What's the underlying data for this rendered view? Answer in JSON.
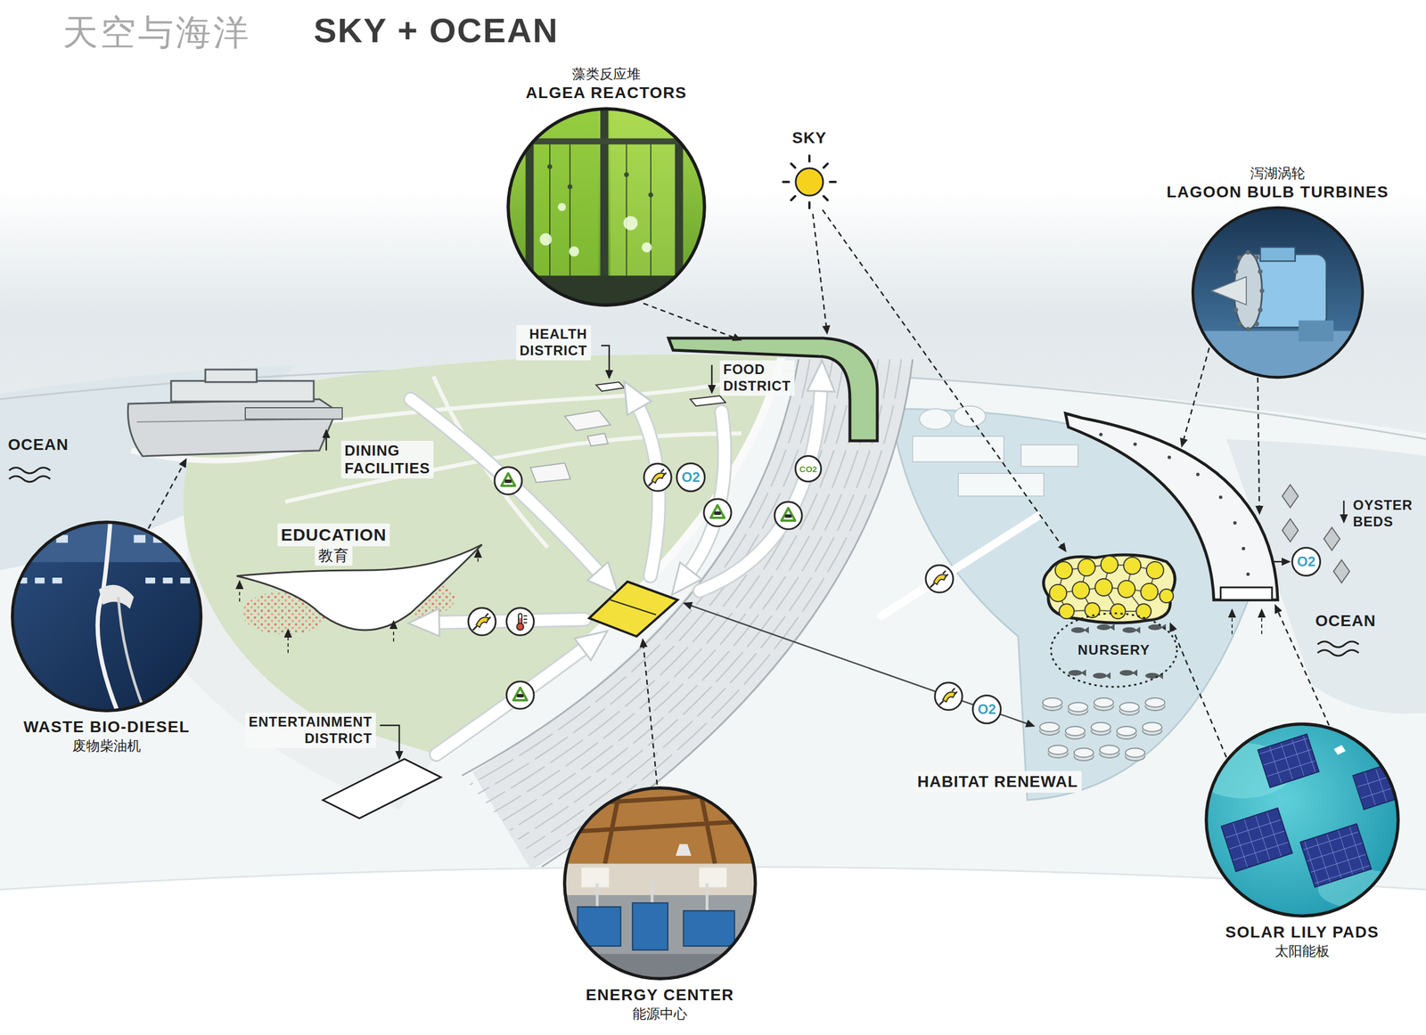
{
  "diagram": {
    "title": "天空与海洋",
    "nodes": [
      {
        "text": [
          "藻类反应堆",
          "ALGEA REACTORS"
        ]
      },
      {
        "text": [
          "泻湖涡轮",
          "LAGOON BULB TURBINES"
        ]
      },
      {
        "text": [
          "O2"
        ]
      },
      {
        "text": [
          "CO2"
        ]
      },
      {
        "text": [
          "WASTE BIO-DIESEL",
          "废物柴油机"
        ]
      },
      {
        "text": [
          "O2"
        ]
      },
      {
        "text": [
          "NURSERY"
        ]
      },
      {
        "text": [
          "O2"
        ]
      },
      {
        "text": [
          "ENERGY CENTER",
          "能源中心"
        ]
      },
      {
        "text": [
          "SOLAR LILY PADS",
          "太阳能板"
        ]
      }
    ],
    "labels": [
      "SKY + OCEAN",
      "SKY",
      "HEALTH DISTRICT",
      "FOOD DISTRICT",
      "OCEAN",
      "DINING FACILITIES",
      "OYSTER BEDS",
      "EDUCATION",
      "教育",
      "OCEAN",
      "ENTERTAINMENT DISTRICT",
      "HABITAT RENEWAL"
    ]
  }
}
